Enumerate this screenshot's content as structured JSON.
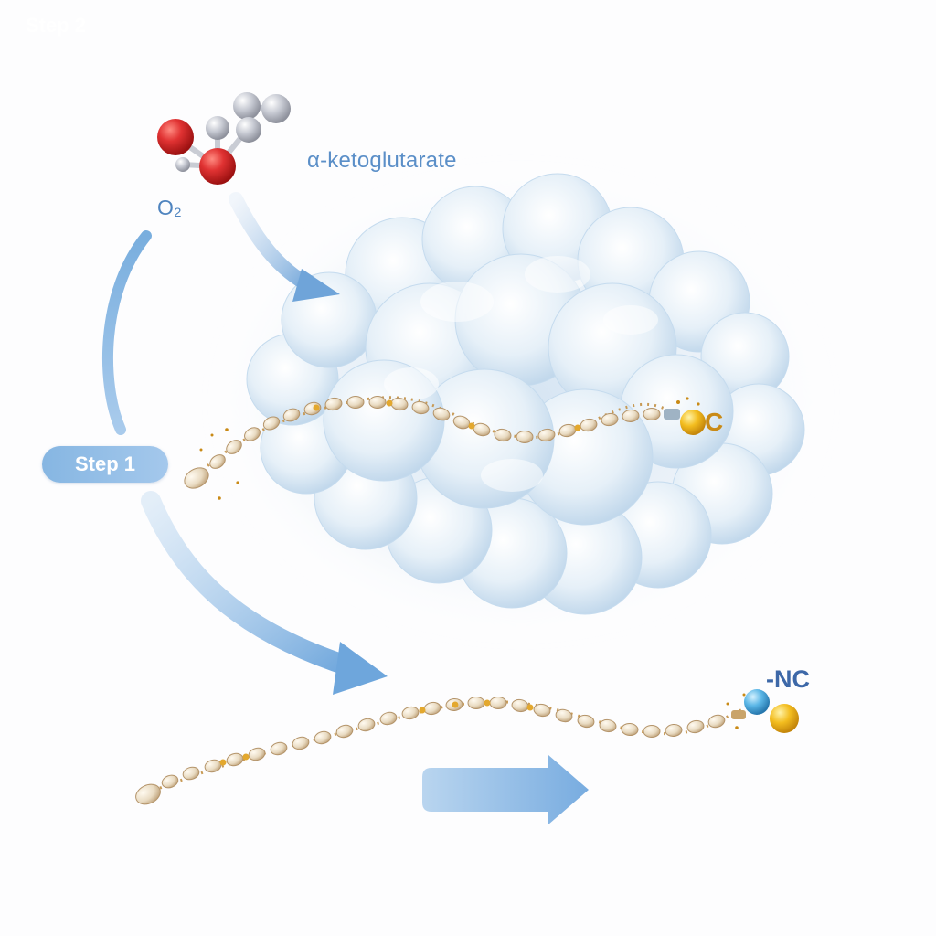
{
  "labels": {
    "alpha_ketoglutarate": "α-ketoglutarate",
    "oxygen": "O₂",
    "step1": "Step 1",
    "step2": "Step 2",
    "carbon_end": "C",
    "isonitrile_end": "-NC"
  },
  "colors": {
    "protein": "#cfe3f2",
    "arrow": "#7aaee0",
    "oxygen_atom": "#d42a2a",
    "carbon_atom": "#b9bcc6",
    "chain_bead": "#e7d7bd",
    "chain_link": "#d9a24a",
    "gold_atom": "#f2b51c",
    "nitrogen_atom": "#4aaee0"
  },
  "icons": {
    "molecule": "ball-and-stick-molecule-icon",
    "protein": "protein-surface-blob",
    "chain": "lipid-chain"
  }
}
